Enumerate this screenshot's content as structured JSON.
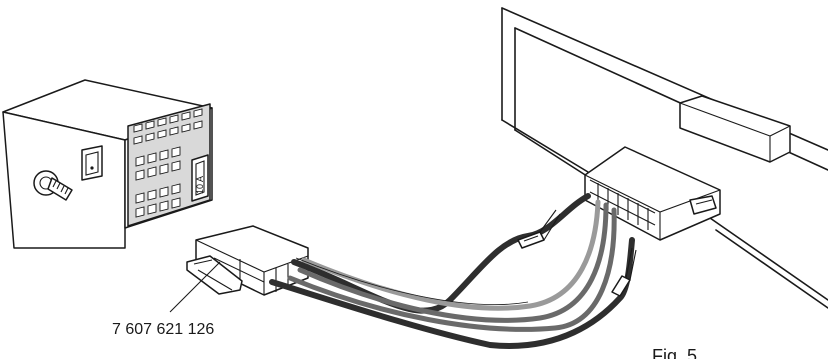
{
  "figure": {
    "part_number": "7 607 621 126",
    "fuse_label": "10 A",
    "caption": "Fig. 5"
  },
  "colors": {
    "line": "#1a1a1a",
    "wire_dark": "#2e2e2e",
    "wire_mid": "#6a6a6a",
    "wire_light": "#9a9a9a",
    "panel_shade": "#d9d9d9"
  },
  "icons": {
    "radio_unit": "car-radio-rear-icon",
    "antenna_socket": "antenna-socket-icon",
    "switch": "rocker-switch-icon",
    "adapter": "iso-adapter-plug-icon",
    "vehicle_connector": "vehicle-connector-icon"
  }
}
